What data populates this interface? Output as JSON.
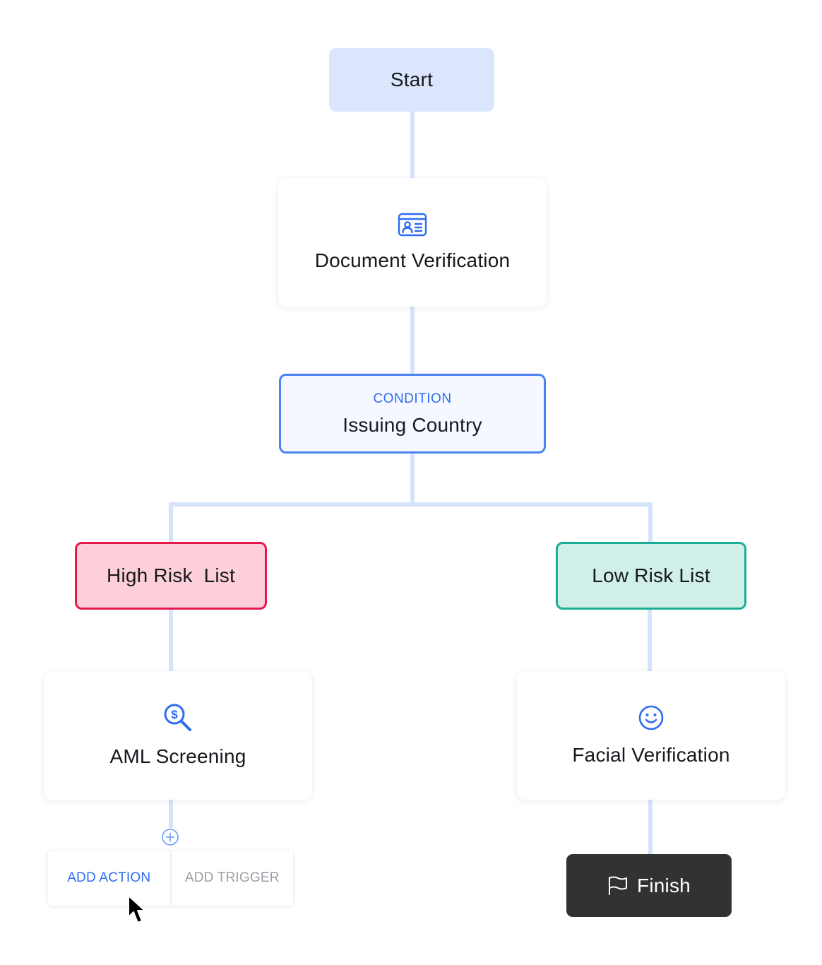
{
  "colors": {
    "connector": "#d6e4fb",
    "accent": "#2d6cf0",
    "start_fill": "#dbe6fd",
    "high_risk_fill": "#fdd0d9",
    "high_risk_border": "#e6194f",
    "low_risk_fill": "#cfefe8",
    "low_risk_border": "#1aaf94",
    "finish_fill": "#323232"
  },
  "flow": {
    "start": {
      "label": "Start"
    },
    "document_verification": {
      "label": "Document Verification",
      "icon": "id-card-icon"
    },
    "condition": {
      "tag": "CONDITION",
      "label": "Issuing Country"
    },
    "high_risk": {
      "label": "High Risk  List"
    },
    "low_risk": {
      "label": "Low Risk List"
    },
    "aml_screening": {
      "label": "AML Screening",
      "icon": "dollar-search-icon"
    },
    "facial_verification": {
      "label": "Facial Verification",
      "icon": "smiley-face-icon"
    },
    "finish": {
      "label": "Finish",
      "icon": "flag-icon"
    }
  },
  "action_menu": {
    "add_icon": "plus-circle-icon",
    "add_action": "ADD ACTION",
    "add_trigger": "ADD TRIGGER"
  }
}
